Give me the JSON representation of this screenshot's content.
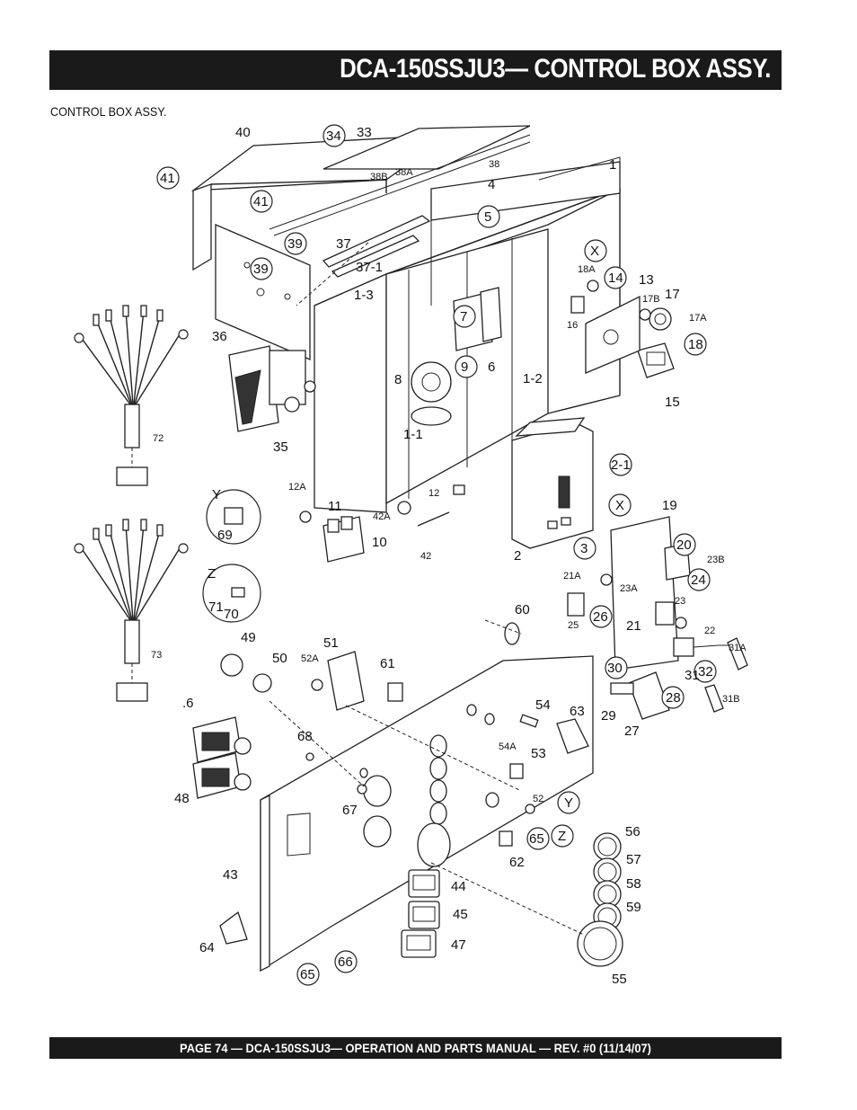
{
  "header": {
    "title": "DCA-150SSJU3— CONTROL BOX  ASSY."
  },
  "section_title": "CONTROL BOX ASSY.",
  "footer": {
    "text": "PAGE 74 — DCA-150SSJU3—  OPERATION AND PARTS  MANUAL — REV. #0  (11/14/07)"
  },
  "callouts": {
    "c40": "40",
    "c34": "34",
    "c33": "33",
    "c41a": "41",
    "c41b": "41",
    "c38b": "38B",
    "c38a": "38A",
    "c38": "38",
    "c4": "4",
    "c1": "1",
    "c5": "5",
    "c39a": "39",
    "c37": "37",
    "c37_1": "37-1",
    "cX1": "X",
    "c39b": "39",
    "c36": "36",
    "c1_3": "1-3",
    "c7": "7",
    "c6": "6",
    "c18a": "18A",
    "c14": "14",
    "c13": "13",
    "c17": "17",
    "c17b": "17B",
    "c17a": "17A",
    "c16": "16",
    "c18": "18",
    "c15": "15",
    "c35": "35",
    "c8": "8",
    "c9": "9",
    "c1_2": "1-2",
    "c1_1": "1-1",
    "c2_1": "2-1",
    "c72": "72",
    "c12a": "12A",
    "c11": "11",
    "c12": "12",
    "cY1": "Y",
    "c69": "69",
    "c42a": "42A",
    "c10": "10",
    "c42": "42",
    "c2": "2",
    "c3": "3",
    "cX2": "X",
    "c19": "19",
    "c20": "20",
    "c23b": "23B",
    "c24": "24",
    "c21a": "21A",
    "c23a": "23A",
    "c23": "23",
    "cZ1": "Z",
    "c71": "71",
    "c70": "70",
    "c60": "60",
    "c25": "25",
    "c26": "26",
    "c21": "21",
    "c22": "22",
    "c73": "73",
    "c49": "49",
    "c51": "51",
    "c52a": "52A",
    "c50": "50",
    "c61": "61",
    "c31a": "31A",
    "c30": "30",
    "c31": "31",
    "c32": "32",
    "c28": "28",
    "c29": "29",
    "c27": "27",
    "c31b": "31B",
    "c6s": ".6",
    "c54": "54",
    "c63": "63",
    "c68": "68",
    "c54a": "54A",
    "c53": "53",
    "c48": "48",
    "c52": "52",
    "cY2": "Y",
    "c67": "67",
    "c56": "56",
    "c65a": "65",
    "cZ2": "Z",
    "c62": "62",
    "c57": "57",
    "c43": "43",
    "c44": "44",
    "c58": "58",
    "c59": "59",
    "c45": "45",
    "c47": "47",
    "c64": "64",
    "c55": "55",
    "c65b": "65",
    "c66": "66"
  }
}
